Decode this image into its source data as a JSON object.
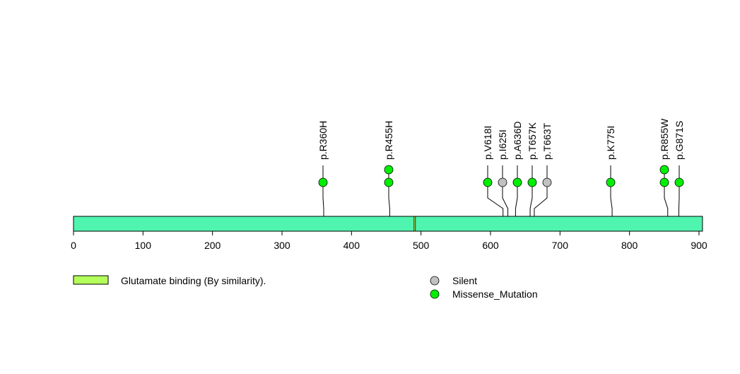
{
  "chart_data": {
    "type": "lollipop",
    "protein_length": 905,
    "xlim": [
      0,
      905
    ],
    "xticks": [
      0,
      100,
      200,
      300,
      400,
      500,
      600,
      700,
      800,
      900
    ],
    "domains": [
      {
        "name": "Glutamate binding (By similarity).",
        "start": 490,
        "end": 492,
        "color": "#B3FF5C"
      }
    ],
    "mutations": [
      {
        "label": "p.R360H",
        "position": 360,
        "count": 1,
        "type": "Missense_Mutation"
      },
      {
        "label": "p.R455H",
        "position": 455,
        "count": 2,
        "type": "Missense_Mutation"
      },
      {
        "label": "p.V618I",
        "position": 618,
        "count": 1,
        "type": "Missense_Mutation"
      },
      {
        "label": "p.I625I",
        "position": 625,
        "count": 1,
        "type": "Silent"
      },
      {
        "label": "p.A636D",
        "position": 636,
        "count": 1,
        "type": "Missense_Mutation"
      },
      {
        "label": "p.T657K",
        "position": 657,
        "count": 1,
        "type": "Missense_Mutation"
      },
      {
        "label": "p.T663T",
        "position": 663,
        "count": 1,
        "type": "Silent"
      },
      {
        "label": "p.K775I",
        "position": 775,
        "count": 1,
        "type": "Missense_Mutation"
      },
      {
        "label": "p.R855W",
        "position": 855,
        "count": 2,
        "type": "Missense_Mutation"
      },
      {
        "label": "p.G871S",
        "position": 871,
        "count": 1,
        "type": "Missense_Mutation"
      }
    ],
    "legend": {
      "domain_label": "Glutamate binding (By similarity).",
      "types": [
        {
          "name": "Silent",
          "color": "#C0C0C0"
        },
        {
          "name": "Missense_Mutation",
          "color": "#00EE00"
        }
      ]
    },
    "colors": {
      "protein_bar": "#4FF5AE"
    }
  }
}
